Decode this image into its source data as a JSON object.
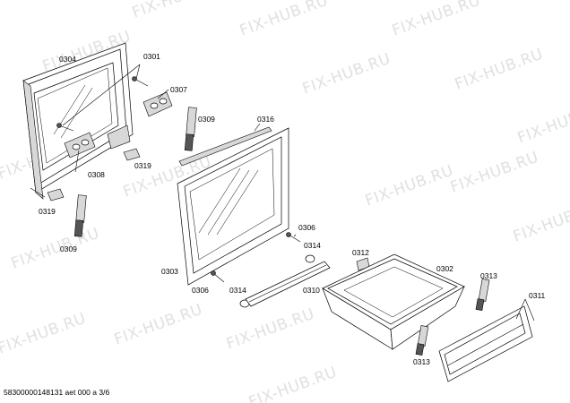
{
  "watermark": "FIX-HUB.RU",
  "footer": "58300000148131 aet 000 a 3/6",
  "labels": {
    "l0304": "0304",
    "l0301": "0301",
    "l0307": "0307",
    "l0309a": "0309",
    "l0316": "0316",
    "l0319a": "0319",
    "l0308": "0308",
    "l0319b": "0319",
    "l0309b": "0309",
    "l0303": "0303",
    "l0306a": "0306",
    "l0314a": "0314",
    "l0312": "0312",
    "l0302": "0302",
    "l0313a": "0313",
    "l0311": "0311",
    "l0306b": "0306",
    "l0314b": "0314",
    "l0310": "0310",
    "l0313b": "0313"
  }
}
